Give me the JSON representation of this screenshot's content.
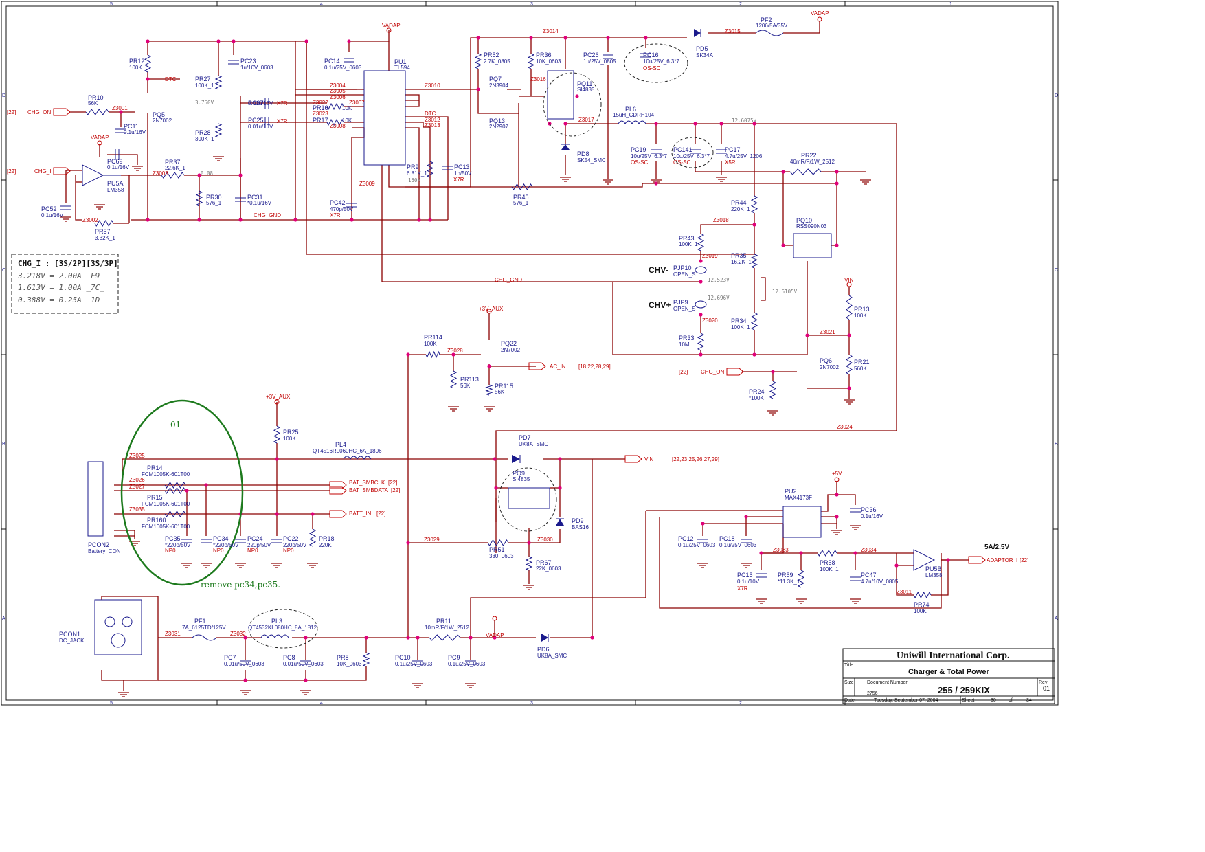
{
  "frame": {
    "col_labels": [
      "5",
      "4",
      "3",
      "2",
      "1"
    ],
    "row_labels": [
      "D",
      "C",
      "B",
      "A"
    ]
  },
  "title_block": {
    "company": "Uniwill International Corp.",
    "title_label": "Title",
    "title": "Charger & Total Power",
    "size_label": "Size",
    "docnum_label": "Document Number",
    "size_code": "2756",
    "doc_number": "255 / 259KIX",
    "rev_label": "Rev",
    "rev": "01",
    "date_label": "Date:",
    "date": "Tuesday, September 07, 2004",
    "sheet_label": "Sheet",
    "sheet": "30",
    "of_label": "of",
    "sheets": "34"
  },
  "notes": {
    "chg_i_table_title": "CHG_I : [3S/2P][3S/3P]",
    "chg_i_rows": [
      "3.218V = 2.00A _F9_",
      "1.613V = 1.00A _7C_",
      "0.388V = 0.25A _1D_"
    ],
    "green_mark": "01",
    "remove_note": "remove pc34,pc35.",
    "adaptor_rating": "5A/2.5V",
    "chv_minus": "CHV-",
    "chv_plus": "CHV+"
  },
  "components": [
    {
      "ref": "PU1",
      "value": "TL594"
    },
    {
      "ref": "PR12",
      "value": "100K"
    },
    {
      "ref": "PR10",
      "value": "56K"
    },
    {
      "ref": "PQ5",
      "value": "2N7002"
    },
    {
      "ref": "PC11",
      "value": "0.1u/16V"
    },
    {
      "ref": "PC23",
      "value": "1u/10V_0603"
    },
    {
      "ref": "PR27",
      "value": "100K_1"
    },
    {
      "ref": "PR28",
      "value": "300K_1"
    },
    {
      "ref": "PC37",
      "value": "0.01u/16V"
    },
    {
      "ref": "PC25",
      "value": "0.01u/16V"
    },
    {
      "ref": "PC69",
      "value": "0.1u/16V"
    },
    {
      "ref": "PU5A",
      "value": "LM358"
    },
    {
      "ref": "PR37",
      "value": "22.6K_1"
    },
    {
      "ref": "PR30",
      "value": "576_1"
    },
    {
      "ref": "PC31",
      "value": "*0.1u/16V"
    },
    {
      "ref": "PC52",
      "value": "0.1u/16V"
    },
    {
      "ref": "PR57",
      "value": "3.32K_1"
    },
    {
      "ref": "PC14",
      "value": "0.1u/25V_0603"
    },
    {
      "ref": "PR16",
      "value": "10K"
    },
    {
      "ref": "PR17",
      "value": "10K"
    },
    {
      "ref": "PC42",
      "value": "470p/50V"
    },
    {
      "ref": "PR9",
      "value": "6.81K_1"
    },
    {
      "ref": "PC13",
      "value": "1n/50V"
    },
    {
      "ref": "PR52",
      "value": "2.7K_0805"
    },
    {
      "ref": "PQ7",
      "value": "2N3904"
    },
    {
      "ref": "PQ13",
      "value": "2N2907"
    },
    {
      "ref": "PR36",
      "value": "10K_0603"
    },
    {
      "ref": "PQ11",
      "value": "SI4835"
    },
    {
      "ref": "PC26",
      "value": "1u/25V_0805"
    },
    {
      "ref": "PC16",
      "value": "10u/25V_6.3*7"
    },
    {
      "ref": "PD5",
      "value": "SK34A"
    },
    {
      "ref": "PF2",
      "value": "1206/5A/35V"
    },
    {
      "ref": "PL6",
      "value": "15uH_CDRH104"
    },
    {
      "ref": "PD8",
      "value": "SK54_SMC"
    },
    {
      "ref": "PC19",
      "value": "10u/25V_6.3*7"
    },
    {
      "ref": "PC141",
      "value": "10u/25V_6.3*7"
    },
    {
      "ref": "PC17",
      "value": "4.7u/25V_1206"
    },
    {
      "ref": "PR22",
      "value": "40mR/F/1W_2512"
    },
    {
      "ref": "PR45",
      "value": "576_1"
    },
    {
      "ref": "PR44",
      "value": "220K_1"
    },
    {
      "ref": "PQ10",
      "value": "RSS090N03"
    },
    {
      "ref": "PR43",
      "value": "100K_1"
    },
    {
      "ref": "PR35",
      "value": "16.2K_1"
    },
    {
      "ref": "PJP10",
      "value": "OPEN_S"
    },
    {
      "ref": "PJP9",
      "value": "OPEN_S"
    },
    {
      "ref": "PR34",
      "value": "100K_1"
    },
    {
      "ref": "PR33",
      "value": "10M"
    },
    {
      "ref": "PR13",
      "value": "100K"
    },
    {
      "ref": "PQ6",
      "value": "2N7002"
    },
    {
      "ref": "PR21",
      "value": "560K"
    },
    {
      "ref": "PR24",
      "value": "*100K"
    },
    {
      "ref": "PR114",
      "value": "100K"
    },
    {
      "ref": "PQ22",
      "value": "2N7002"
    },
    {
      "ref": "PR113",
      "value": "56K"
    },
    {
      "ref": "PR115",
      "value": "56K"
    },
    {
      "ref": "PR25",
      "value": "100K"
    },
    {
      "ref": "PL4",
      "value": "QT4516RL060HC_6A_1806"
    },
    {
      "ref": "PD7",
      "value": "UK8A_SMC"
    },
    {
      "ref": "PQ9",
      "value": "SI4835"
    },
    {
      "ref": "PD9",
      "value": "BAS16"
    },
    {
      "ref": "PR14",
      "value": "FCM1005K-601T00"
    },
    {
      "ref": "PR15",
      "value": "FCM1005K-601T00"
    },
    {
      "ref": "PR160",
      "value": "FCM1005K-601T00"
    },
    {
      "ref": "PC35",
      "value": "*220p/50V"
    },
    {
      "ref": "PC34",
      "value": "*220p/50V"
    },
    {
      "ref": "PC24",
      "value": "220p/50V"
    },
    {
      "ref": "PC22",
      "value": "220p/50V"
    },
    {
      "ref": "PR18",
      "value": "220K"
    },
    {
      "ref": "PR51",
      "value": "330_0603"
    },
    {
      "ref": "PR67",
      "value": "22K_0603"
    },
    {
      "ref": "PU2",
      "value": "MAX4173F"
    },
    {
      "ref": "PC36",
      "value": "0.1u/16V"
    },
    {
      "ref": "PC12",
      "value": "0.1u/25V_0603"
    },
    {
      "ref": "PC18",
      "value": "0.1u/25V_0603"
    },
    {
      "ref": "PC15",
      "value": "0.1u/10V"
    },
    {
      "ref": "PR59",
      "value": "*11.3K_1"
    },
    {
      "ref": "PR58",
      "value": "100K_1"
    },
    {
      "ref": "PC47",
      "value": "4.7u/10V_0805"
    },
    {
      "ref": "PU5B",
      "value": "LM358"
    },
    {
      "ref": "PR74",
      "value": "100K"
    },
    {
      "ref": "PCON1",
      "value": "DC_JACK"
    },
    {
      "ref": "PF1",
      "value": "7A_6125TD/125V"
    },
    {
      "ref": "PL3",
      "value": "QT4532KL080HC_8A_1812"
    },
    {
      "ref": "PC7",
      "value": "0.01u/50V_0603"
    },
    {
      "ref": "PC8",
      "value": "0.01u/50V_0603"
    },
    {
      "ref": "PR8",
      "value": "10K_0603"
    },
    {
      "ref": "PC10",
      "value": "0.1u/25V_0603"
    },
    {
      "ref": "PR11",
      "value": "10mR/F/1W_2512"
    },
    {
      "ref": "PC9",
      "value": "0.1u/25V_0603"
    },
    {
      "ref": "PD6",
      "value": "UK8A_SMC"
    },
    {
      "ref": "PCON2",
      "value": "Battery_CON"
    }
  ],
  "nets": {
    "vadap": "VADAP",
    "dtc": "DTC",
    "chg_on": "CHG_ON",
    "chg_i": "CHG_I",
    "chg_gnd": "CHG_GND",
    "aux3v": "+3V_AUX",
    "ac_in": "AC_IN",
    "vin": "VIN",
    "bat_smbclk": "BAT_SMBCLK",
    "bat_smbdata": "BAT_SMBDATA",
    "batt_in": "BATT_IN",
    "p5v": "+5V",
    "adaptor_i": "ADAPTOR_I",
    "ref22": "[22]",
    "ac_in_refs": "[18,22,28,29]",
    "vin_refs": "[22,23,25,26,27,29]",
    "x7r": "X7R",
    "x5r": "X5R",
    "os_sc": "OS-SC",
    "np0": "NP0",
    "z3000s": [
      "Z3001",
      "Z3002",
      "Z3003",
      "Z3004",
      "Z3005",
      "Z3006",
      "Z3007",
      "Z3008",
      "Z3009",
      "Z3010",
      "Z3012",
      "Z3013",
      "Z3014",
      "Z3015",
      "Z3016",
      "Z3017",
      "Z3018",
      "Z3019",
      "Z3020",
      "Z3021",
      "Z3022",
      "Z3023",
      "Z3024",
      "Z3025",
      "Z3026",
      "Z3027",
      "Z3028",
      "Z3029",
      "Z3030",
      "Z3031",
      "Z3032",
      "Z3033",
      "Z3034",
      "Z3035",
      "Z3011"
    ]
  },
  "voltages": {
    "v1": "3.750V",
    "v2": "0.08",
    "v3": "12.6075V",
    "v4": "12.523V",
    "v5": "12.696V",
    "v6": "12.6105V",
    "v7": "150K"
  }
}
